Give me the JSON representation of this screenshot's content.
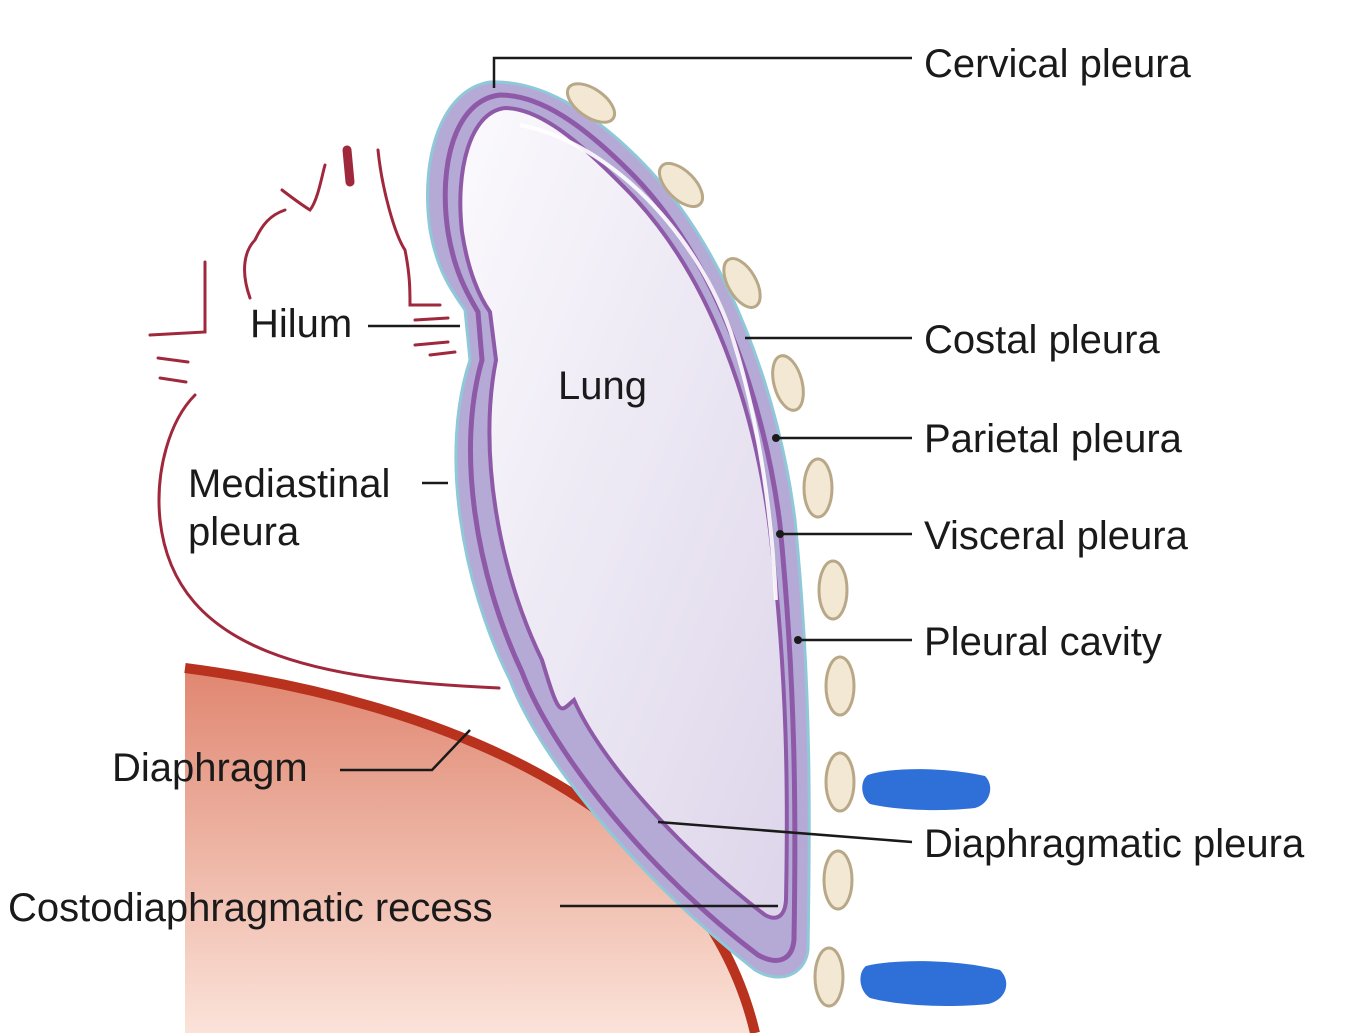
{
  "labels": {
    "cervical_pleura": "Cervical pleura",
    "costal_pleura": "Costal pleura",
    "parietal_pleura": "Parietal pleura",
    "visceral_pleura": "Visceral pleura",
    "pleural_cavity": "Pleural cavity",
    "diaphragmatic_pleura": "Diaphragmatic pleura",
    "hilum": "Hilum",
    "lung": "Lung",
    "mediastinal_pleura_line1": "Mediastinal",
    "mediastinal_pleura_line2": "pleura",
    "diaphragm": "Diaphragm",
    "costodiaphragmatic_recess": "Costodiaphragmatic recess"
  },
  "colors": {
    "lung_fill": "#e9e4f1",
    "pleura_band": "#b5aad6",
    "pleura_line": "#8e5aa8",
    "outer_edge": "#8fc8d8",
    "mediastinum_lines": "#a0283c",
    "diaphragm_fill": "#e8907c",
    "diaphragm_edge": "#b8321e",
    "rib_fill": "#f2e8d4",
    "rib_edge": "#b8a888",
    "redaction_blue": "#2f6fd8"
  }
}
